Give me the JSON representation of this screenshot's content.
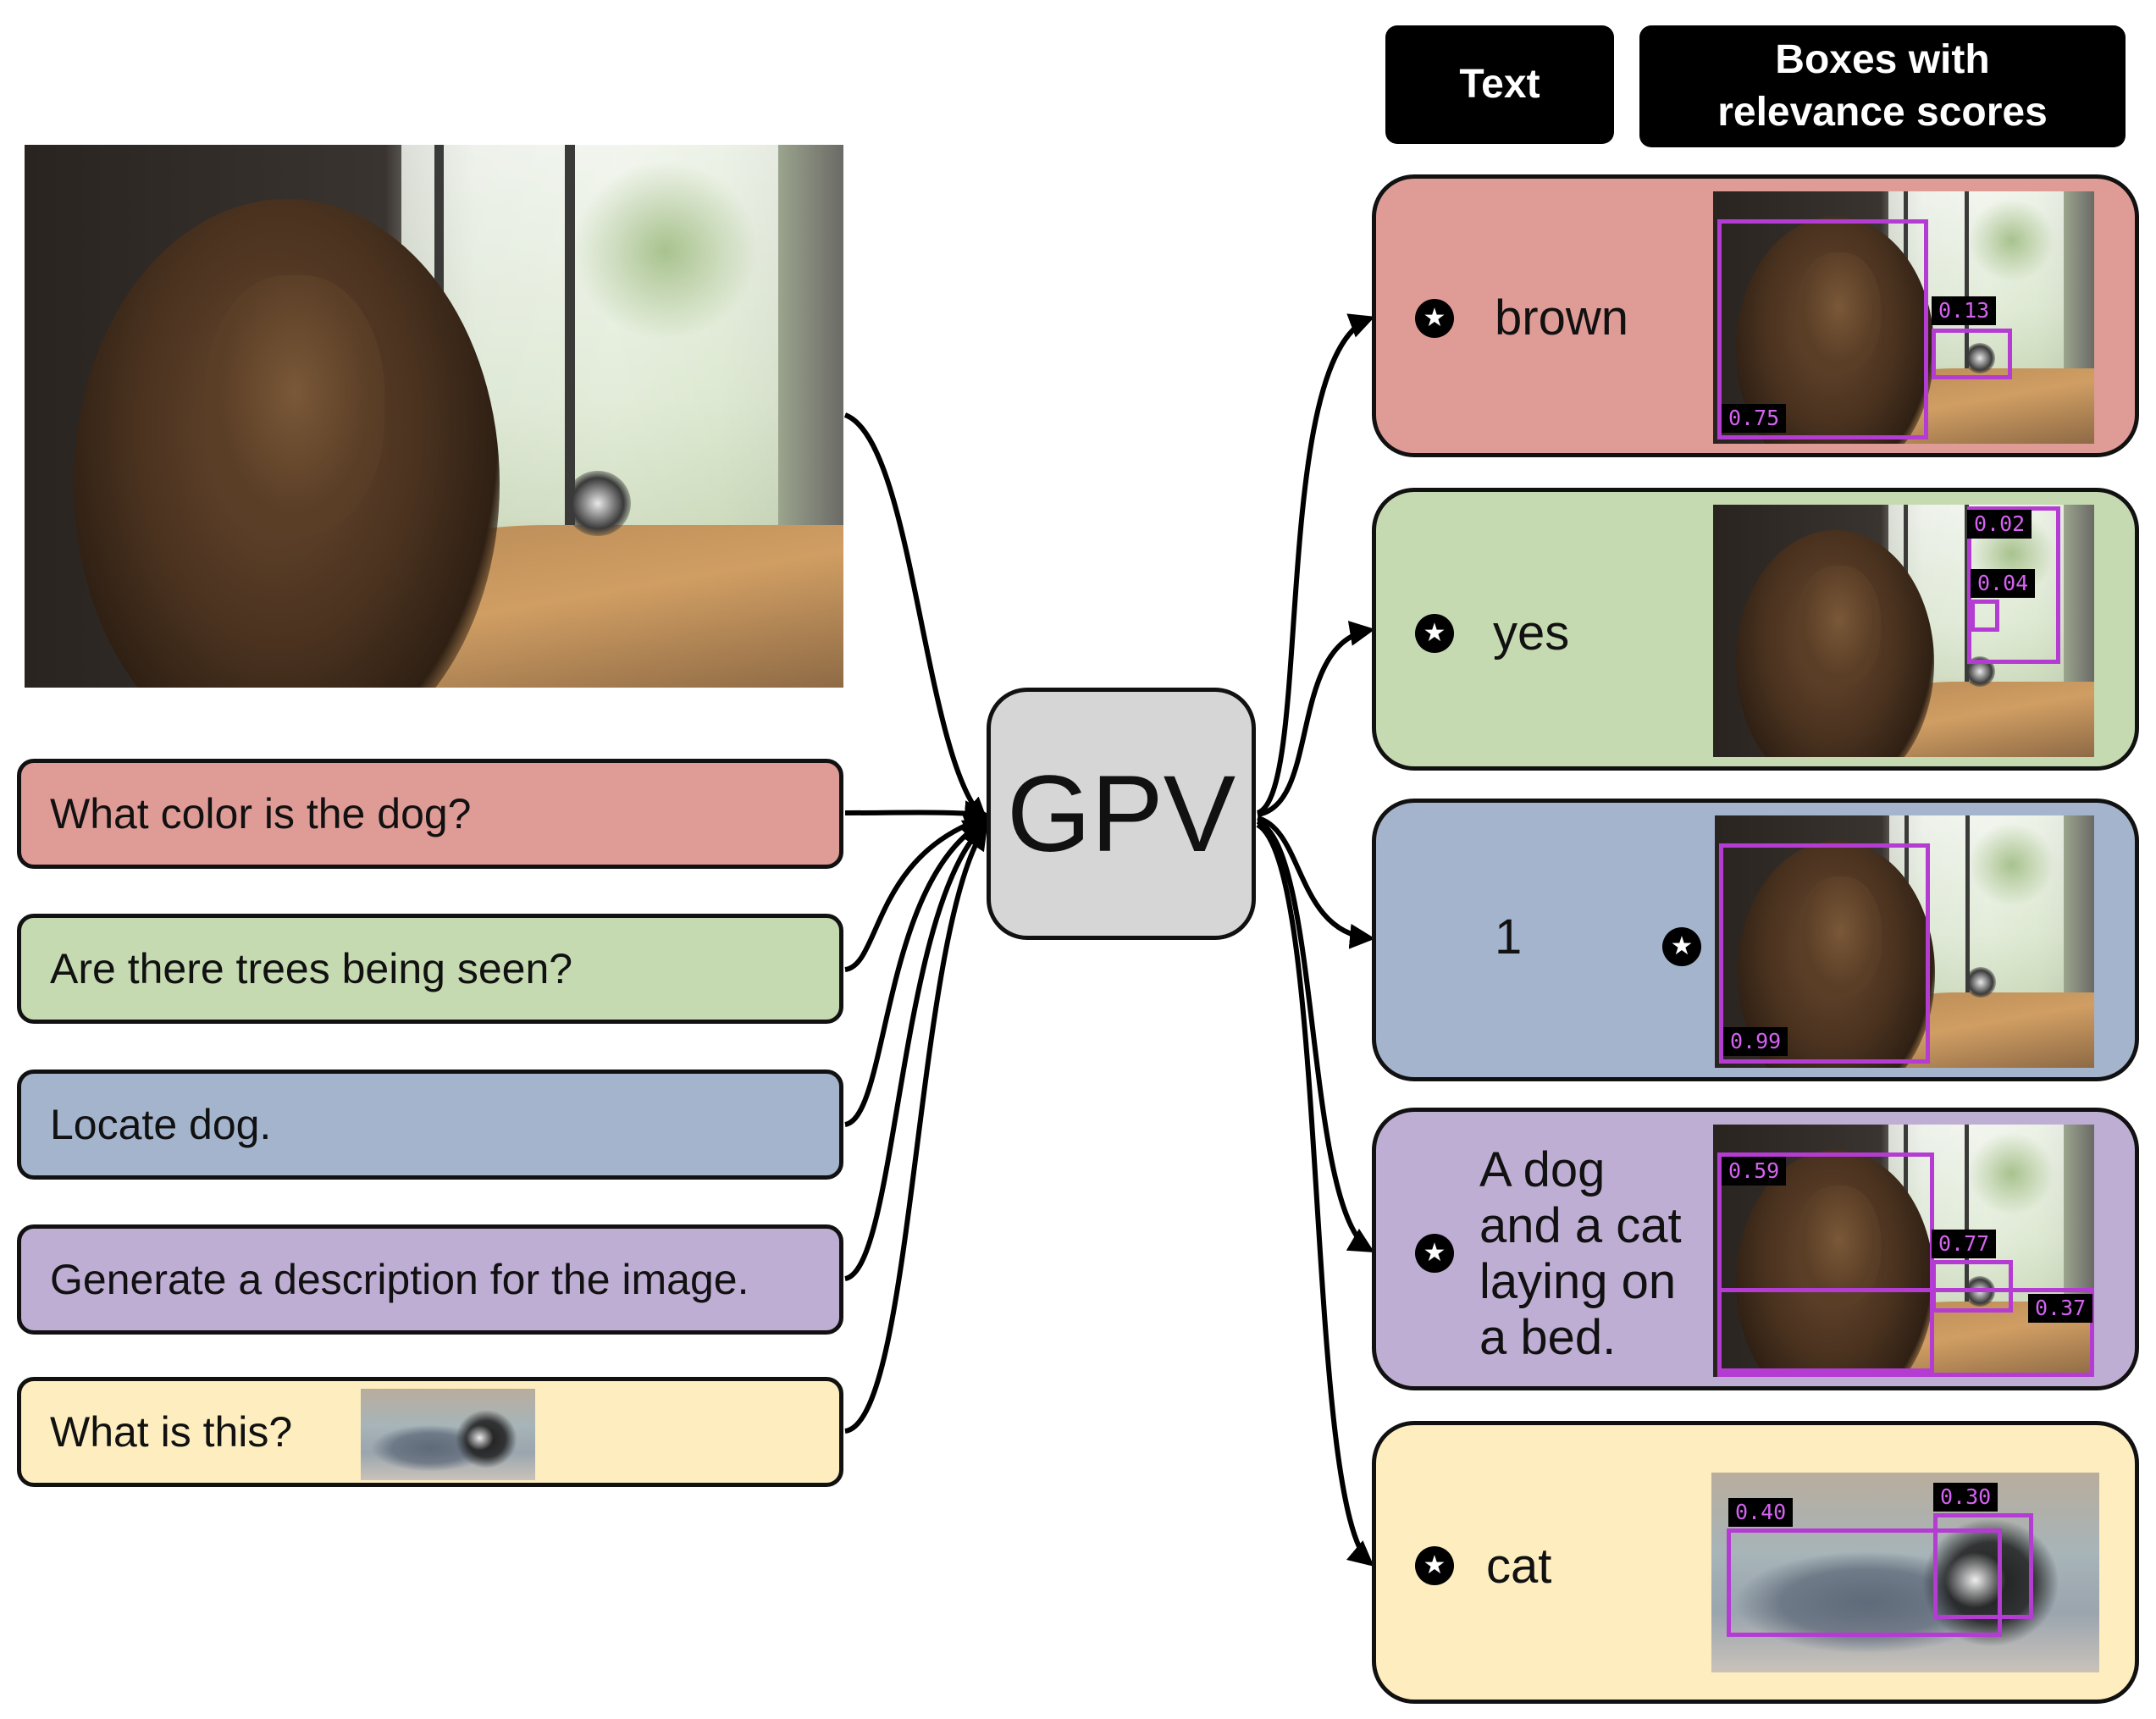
{
  "headers": {
    "text": "Text",
    "boxes": "Boxes with relevance scores"
  },
  "model": {
    "label": "GPV"
  },
  "prompts": [
    {
      "text": "What color is the dog?",
      "color": "#df9b96"
    },
    {
      "text": "Are there trees being seen?",
      "color": "#c6dab1"
    },
    {
      "text": "Locate dog.",
      "color": "#a4b4cd"
    },
    {
      "text": "Generate a description for the image.",
      "color": "#bfaed4"
    },
    {
      "text": "What is this?",
      "color": "#fdedbf"
    }
  ],
  "answers": [
    {
      "text": "brown",
      "color": "#df9b96",
      "scores": [
        "0.13",
        "0.75"
      ]
    },
    {
      "text": "yes",
      "color": "#c6dab1",
      "scores": [
        "0.02",
        "0.04"
      ]
    },
    {
      "text": "1",
      "color": "#a4b4cd",
      "scores": [
        "0.99"
      ]
    },
    {
      "text_lines": [
        "A dog",
        "and a cat",
        "laying on",
        "a bed."
      ],
      "color": "#bfaed4",
      "scores": [
        "0.59",
        "0.77",
        "0.37"
      ]
    },
    {
      "text": "cat",
      "color": "#fdedbf",
      "scores": [
        "0.40",
        "0.30"
      ]
    }
  ],
  "box_color": "#b43cd2",
  "icons": {
    "answer_marker": "star-icon"
  }
}
